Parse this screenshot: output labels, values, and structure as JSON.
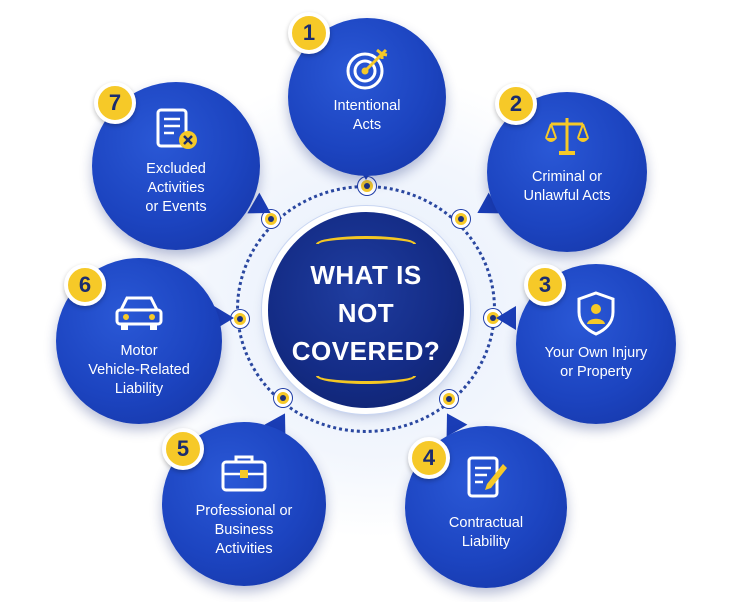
{
  "center": {
    "lines": [
      "WHAT IS",
      "NOT",
      "COVERED?"
    ]
  },
  "items": [
    {
      "number": "1",
      "icon": "target-icon",
      "lines": [
        "Intentional",
        "Acts"
      ]
    },
    {
      "number": "2",
      "icon": "scales-icon",
      "lines": [
        "Criminal or",
        "Unlawful Acts"
      ]
    },
    {
      "number": "3",
      "icon": "shield-user-icon",
      "lines": [
        "Your Own Injury",
        "or Property"
      ]
    },
    {
      "number": "4",
      "icon": "contract-pen-icon",
      "lines": [
        "Contractual",
        "Liability"
      ]
    },
    {
      "number": "5",
      "icon": "briefcase-icon",
      "lines": [
        "Professional or",
        "Business",
        "Activities"
      ]
    },
    {
      "number": "6",
      "icon": "car-icon",
      "lines": [
        "Motor",
        "Vehicle-Related",
        "Liability"
      ]
    },
    {
      "number": "7",
      "icon": "document-x-icon",
      "lines": [
        "Excluded",
        "Activities",
        "or Events"
      ]
    }
  ],
  "colors": {
    "primary": "#1c44c0",
    "dark": "#142c86",
    "accent": "#f6c928",
    "text": "#ffffff"
  }
}
